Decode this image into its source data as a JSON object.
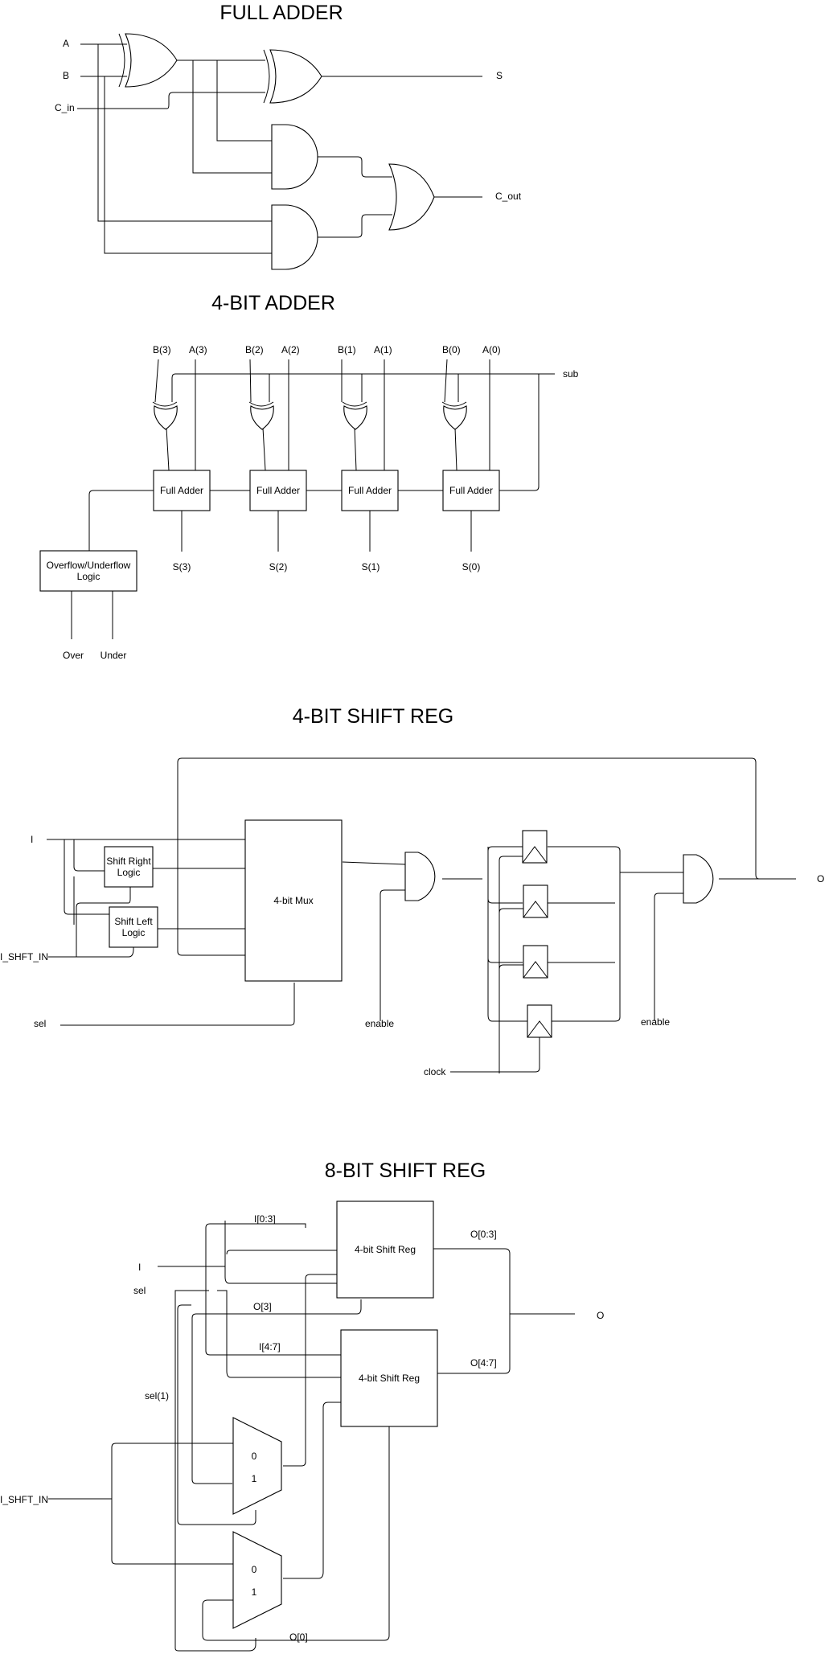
{
  "full_adder": {
    "title": "FULL ADDER",
    "in_a": "A",
    "in_b": "B",
    "in_cin": "C_in",
    "out_s": "S",
    "out_cout": "C_out"
  },
  "adder4": {
    "title": "4-BIT ADDER",
    "b3": "B(3)",
    "a3": "A(3)",
    "b2": "B(2)",
    "a2": "A(2)",
    "b1": "B(1)",
    "a1": "A(1)",
    "b0": "B(0)",
    "a0": "A(0)",
    "sub": "sub",
    "fa_label": "Full Adder",
    "s3": "S(3)",
    "s2": "S(2)",
    "s1": "S(1)",
    "s0": "S(0)",
    "ovf_line1": "Overflow/Underflow",
    "ovf_line2": "Logic",
    "over": "Over",
    "under": "Under"
  },
  "shift4": {
    "title": "4-BIT SHIFT REG",
    "in_i": "I",
    "in_shift": "I_SHFT_IN",
    "in_sel": "sel",
    "sr_line1": "Shift Right",
    "sr_line2": "Logic",
    "sl_line1": "Shift Left",
    "sl_line2": "Logic",
    "mux": "4-bit Mux",
    "enable1": "enable",
    "enable2": "enable",
    "clock": "clock",
    "out_o": "O"
  },
  "shift8": {
    "title": "8-BIT SHIFT REG",
    "in_i": "I",
    "in_sel": "sel",
    "in_shift": "I_SHFT_IN",
    "i03": "I[0:3]",
    "i47": "I[4:7]",
    "o3": "O[3]",
    "o0": "O[0]",
    "sel1": "sel(1)",
    "reg_label": "4-bit Shift Reg",
    "o03": "O[0:3]",
    "o47": "O[4:7]",
    "out_o": "O",
    "mux_0": "0",
    "mux_1": "1"
  }
}
